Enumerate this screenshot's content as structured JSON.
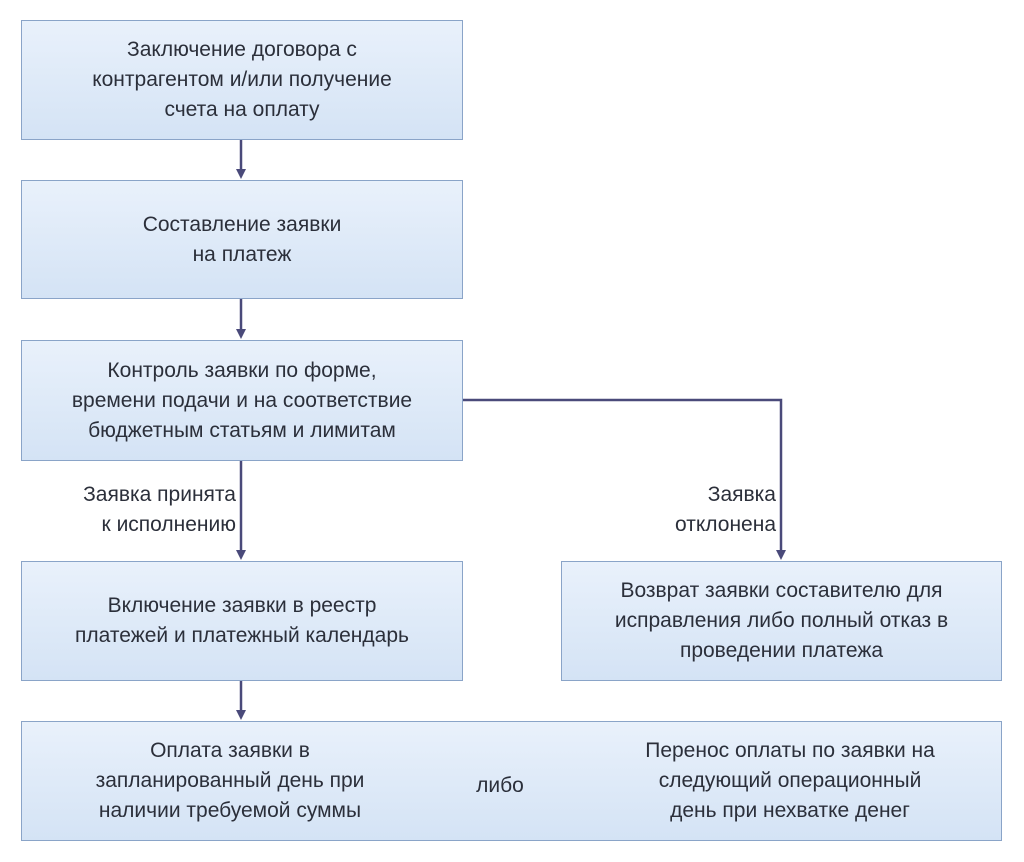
{
  "steps": {
    "contract": "Заключение договора с\nконтрагентом и/или получение\nсчета на оплату",
    "request": "Составление заявки\nна платеж",
    "control": "Контроль заявки по форме,\nвремени подачи и на соответствие\nбюджетным статьям и лимитам",
    "registry": "Включение заявки в реестр\nплатежей и платежный календарь",
    "return": "Возврат заявки составителю для\nисправления либо полный отказ в\nпроведении платежа",
    "payment_left": "Оплата заявки в\nзапланированный день при\nналичии требуемой суммы",
    "payment_or": "либо",
    "payment_right": "Перенос оплаты по заявки на\nследующий операционный\nдень при нехватке денег"
  },
  "edges": {
    "accepted": "Заявка принята\nк исполнению",
    "rejected": "Заявка\nотклонена"
  },
  "colors": {
    "box_border": "#8aa4c8",
    "box_fill_top": "#e9f1fb",
    "box_fill_bottom": "#d4e3f5",
    "connector": "#4a4a7a",
    "text": "#2b2f3a"
  }
}
